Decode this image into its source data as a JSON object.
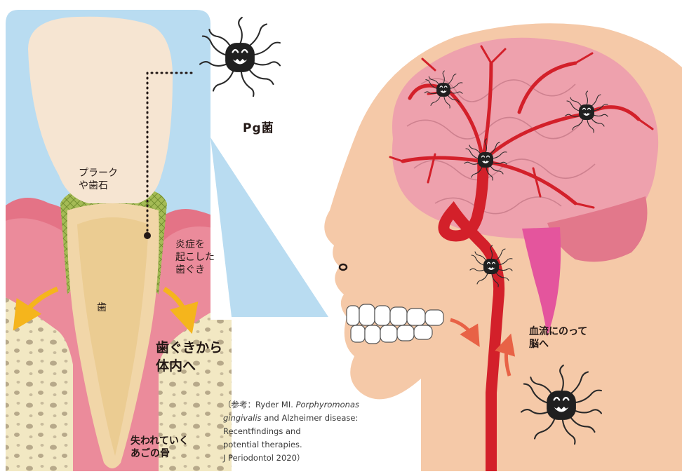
{
  "labels": {
    "pg_bacteria": "Pg菌",
    "plaque_line1": "プラーク",
    "plaque_line2": "や歯石",
    "inflamed_line1": "炎症を",
    "inflamed_line2": "起こした",
    "inflamed_line3": "歯ぐき",
    "tooth": "歯",
    "into_body_line1": "歯ぐきから",
    "into_body_line2": "体内へ",
    "bone_line1": "失われていく",
    "bone_line2": "あごの骨",
    "bloodflow_line1": "血流にのって",
    "bloodflow_line2": "脳へ"
  },
  "reference": {
    "prefix": "（参考：Ryder MI. ",
    "italic1": "Porphyromonas",
    "italic2": "gingivalis",
    "line2_rest": " and Alzheimer disease:",
    "line3": "Recentfindings and",
    "line4": "potential therapies.",
    "line5": "J Periodontol 2020）"
  },
  "colors": {
    "panel_sky": "#b9dcf1",
    "gum": "#e47386",
    "bone": "#f2e8c3",
    "tooth": "#f4e2cb",
    "plaque": "#9bb64a",
    "skin": "#f5c9a8",
    "brain": "#eea1ad",
    "vessel": "#d3202a",
    "arrow_yellow": "#f5b51c",
    "arrow_orange": "#e86246",
    "bacteria": "#222222"
  },
  "icons": [
    "bacteria-icon",
    "arrow-icon"
  ]
}
